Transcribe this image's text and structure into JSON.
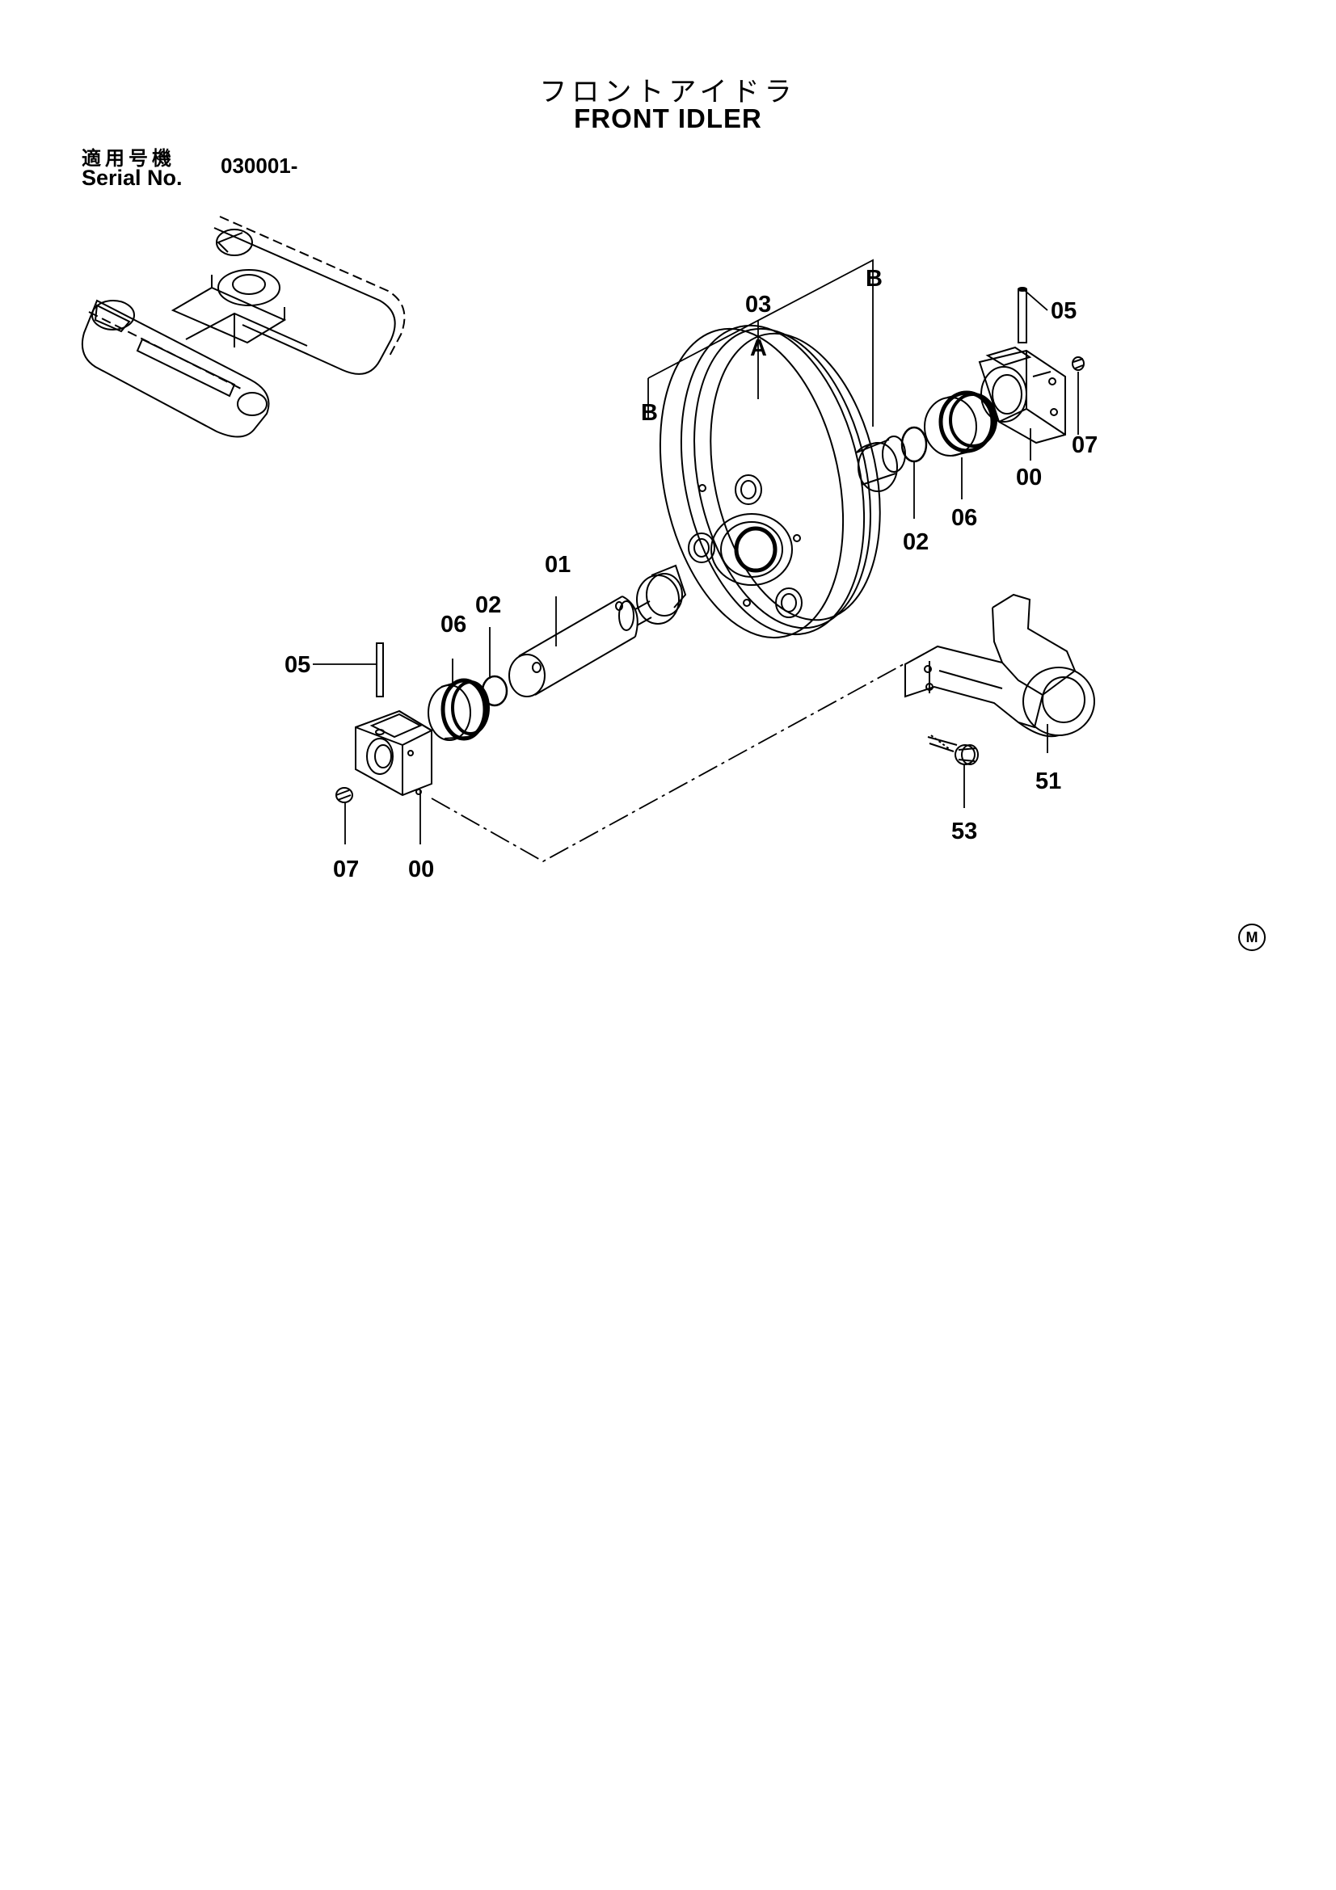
{
  "header": {
    "title_jp": "フロントアイドラ",
    "title_en": "FRONT  IDLER"
  },
  "serial": {
    "label_jp": "適用号機",
    "label_en": "Serial No.",
    "value": "030001-"
  },
  "callouts": {
    "c03": "03",
    "cA": "A",
    "cB_top": "B",
    "cB_left": "B",
    "c05_right": "05",
    "c07_right": "07",
    "c00_right": "00",
    "c06_right": "06",
    "c02_right": "02",
    "c01": "01",
    "c06_left": "06",
    "c02_left": "02",
    "c05_left": "05",
    "c07_left": "07",
    "c00_left": "00",
    "c51": "51",
    "c53": "53"
  },
  "mark": "M"
}
